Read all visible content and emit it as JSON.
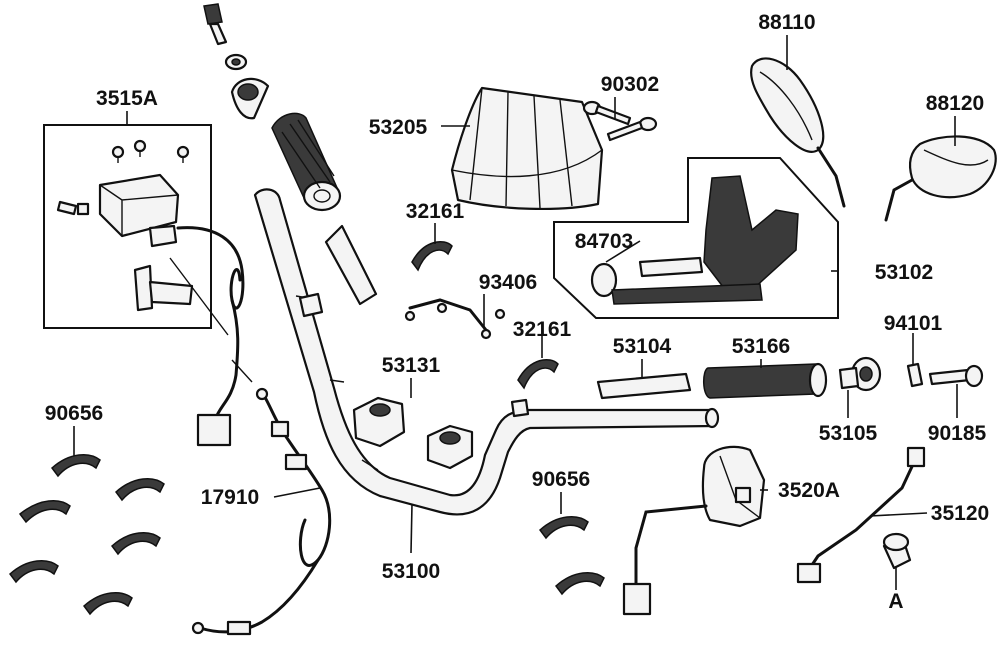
{
  "labels": {
    "p3515A": "3515A",
    "p90656a": "90656",
    "p17910": "17910",
    "p53205": "53205",
    "p32161a": "32161",
    "p93406": "93406",
    "p32161b": "32161",
    "p53131": "53131",
    "p53100": "53100",
    "p90656b": "90656",
    "p90302": "90302",
    "p84703": "84703",
    "p88110": "88110",
    "p88120": "88120",
    "p53102": "53102",
    "p53104": "53104",
    "p53166": "53166",
    "p94101": "94101",
    "p53105": "53105",
    "p90185": "90185",
    "p3520A": "3520A",
    "p35120": "35120",
    "pA": "A"
  }
}
